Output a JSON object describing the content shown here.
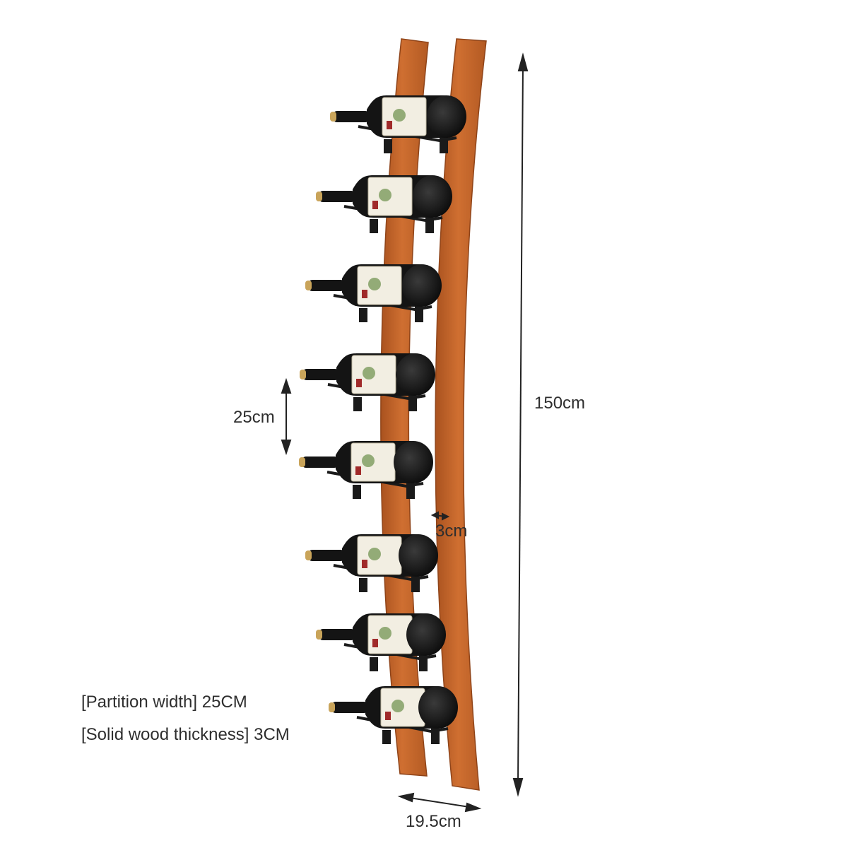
{
  "dimensions": {
    "height": "150cm",
    "spacing": "25cm",
    "thickness": "3cm",
    "width": "19.5cm"
  },
  "specs": {
    "partition_width": "[Partition width] 25CM",
    "wood_thickness": "[Solid wood thickness] 3CM"
  },
  "product": {
    "bottle_count": 8,
    "wood_color": "#c4662a",
    "wood_shadow_color": "#9e4c1c",
    "bottle_color": "#141414",
    "label_color": "#f2eee2",
    "cork_color": "#c9a45a",
    "bracket_color": "#1a1a1a"
  }
}
